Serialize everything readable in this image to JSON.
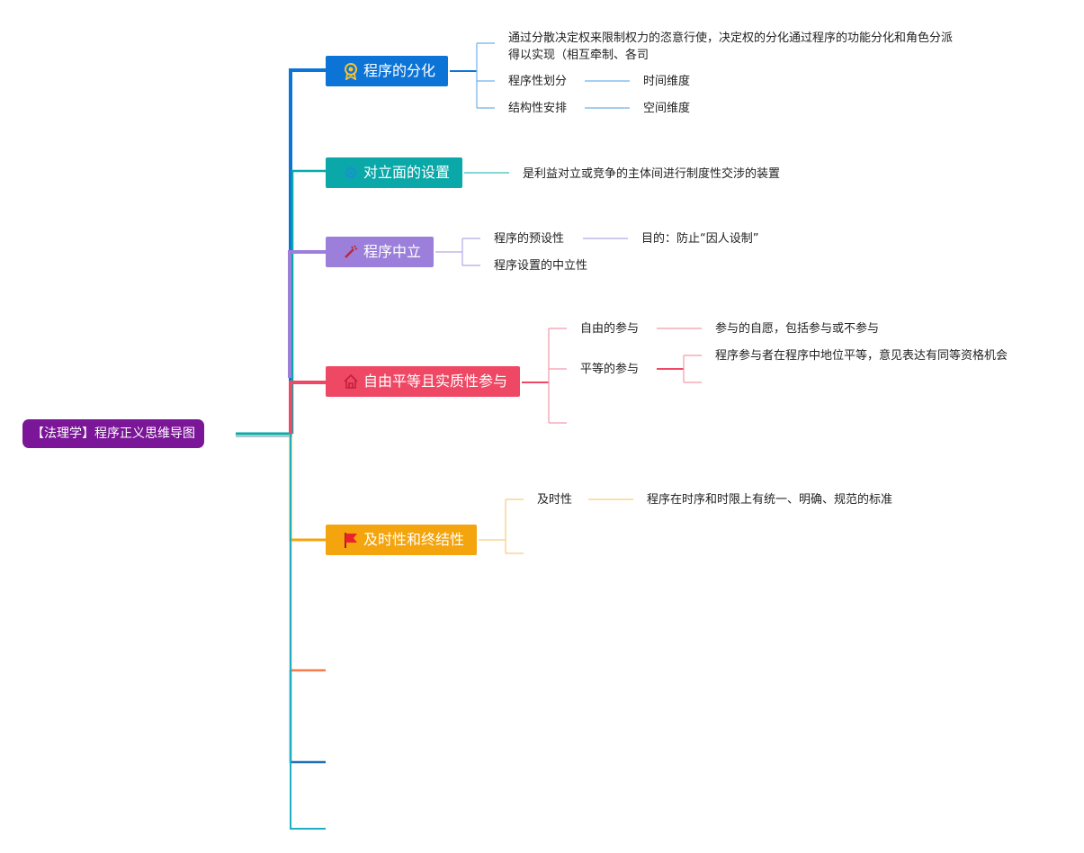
{
  "root": {
    "label": "【法理学】程序正义思维导图"
  },
  "colors": {
    "root": "#7a1697",
    "blue": "#0b74d6",
    "teal": "#0aa8a8",
    "purple": "#9b7fdb",
    "red": "#ef4864",
    "orange": "#f4a40c",
    "coral": "#f47c4a",
    "navy": "#1f6fb5",
    "cyan": "#1cb0c4"
  },
  "topics": [
    {
      "label": "程序的分化",
      "icon": "award-icon",
      "children": [
        {
          "text": "通过分散决定权来限制权力的恣意行使，决定权的分化通过程序的功能分化和角色分派得以实现（相互牵制、各司"
        },
        {
          "text": "程序性划分",
          "child": "时间维度"
        },
        {
          "text": "结构性安排",
          "child": "空间维度"
        }
      ]
    },
    {
      "label": "对立面的设置",
      "icon": "gear-icon",
      "children": [
        {
          "text": "是利益对立或竞争的主体间进行制度性交涉的装置"
        }
      ]
    },
    {
      "label": "程序中立",
      "icon": "magic-wand-icon",
      "children": [
        {
          "text": "程序的预设性",
          "child": "目的：防止“因人设制”"
        },
        {
          "text": "程序设置的中立性"
        }
      ]
    },
    {
      "label": "自由平等且实质性参与",
      "icon": "home-icon",
      "children": [
        {
          "text": "自由的参与",
          "child": "参与的自愿，包括参与或不参与"
        },
        {
          "text": "平等的参与",
          "child": "程序参与者在程序中地位平等，意见表达有同等资格机会"
        }
      ]
    },
    {
      "label": "及时性和终结性",
      "icon": "flag-icon",
      "children": [
        {
          "text": "及时性",
          "child": "程序在时序和时限上有统一、明确、规范的标准"
        }
      ]
    }
  ]
}
